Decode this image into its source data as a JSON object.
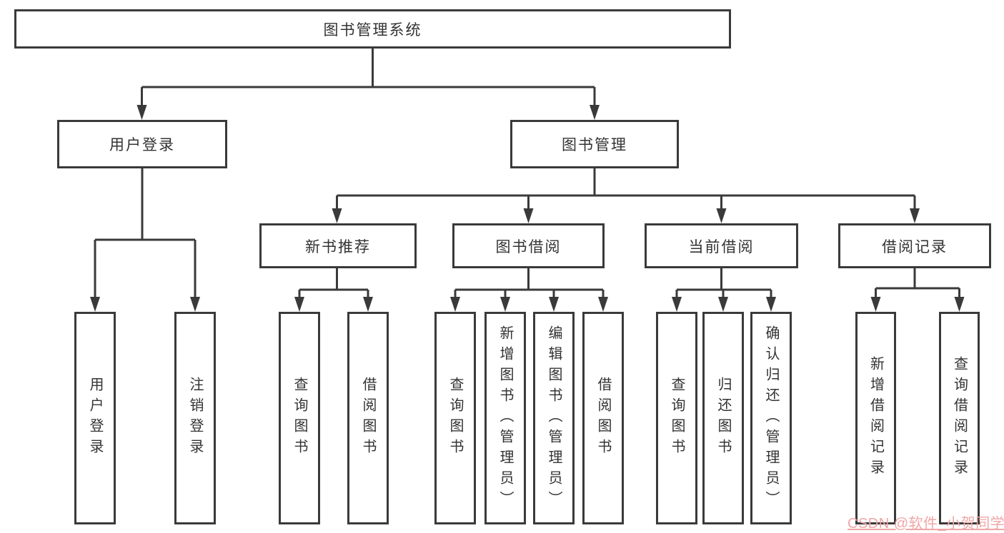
{
  "tree": {
    "root": {
      "label": "图书管理系统"
    },
    "branches": [
      {
        "label": "用户登录",
        "children": [
          "用户登录",
          "注销登录"
        ]
      },
      {
        "label": "图书管理",
        "children": [
          {
            "label": "新书推荐",
            "children": [
              "查询图书",
              "借阅图书"
            ]
          },
          {
            "label": "图书借阅",
            "children": [
              "查询图书",
              "新增图书（管理员）",
              "编辑图书（管理员）",
              "借阅图书"
            ]
          },
          {
            "label": "当前借阅",
            "children": [
              "查询图书",
              "归还图书",
              "确认归还（管理员）"
            ]
          },
          {
            "label": "借阅记录",
            "children": [
              "新增借阅记录",
              "查询借阅记录"
            ]
          }
        ]
      }
    ]
  },
  "watermark": {
    "text": "CSDN @软件_小贺同学"
  },
  "colors": {
    "line": "#3a3a3a",
    "text": "#333333",
    "box_fill": "#ffffff",
    "background": "#ffffff",
    "watermark": "#f0a6a6"
  }
}
